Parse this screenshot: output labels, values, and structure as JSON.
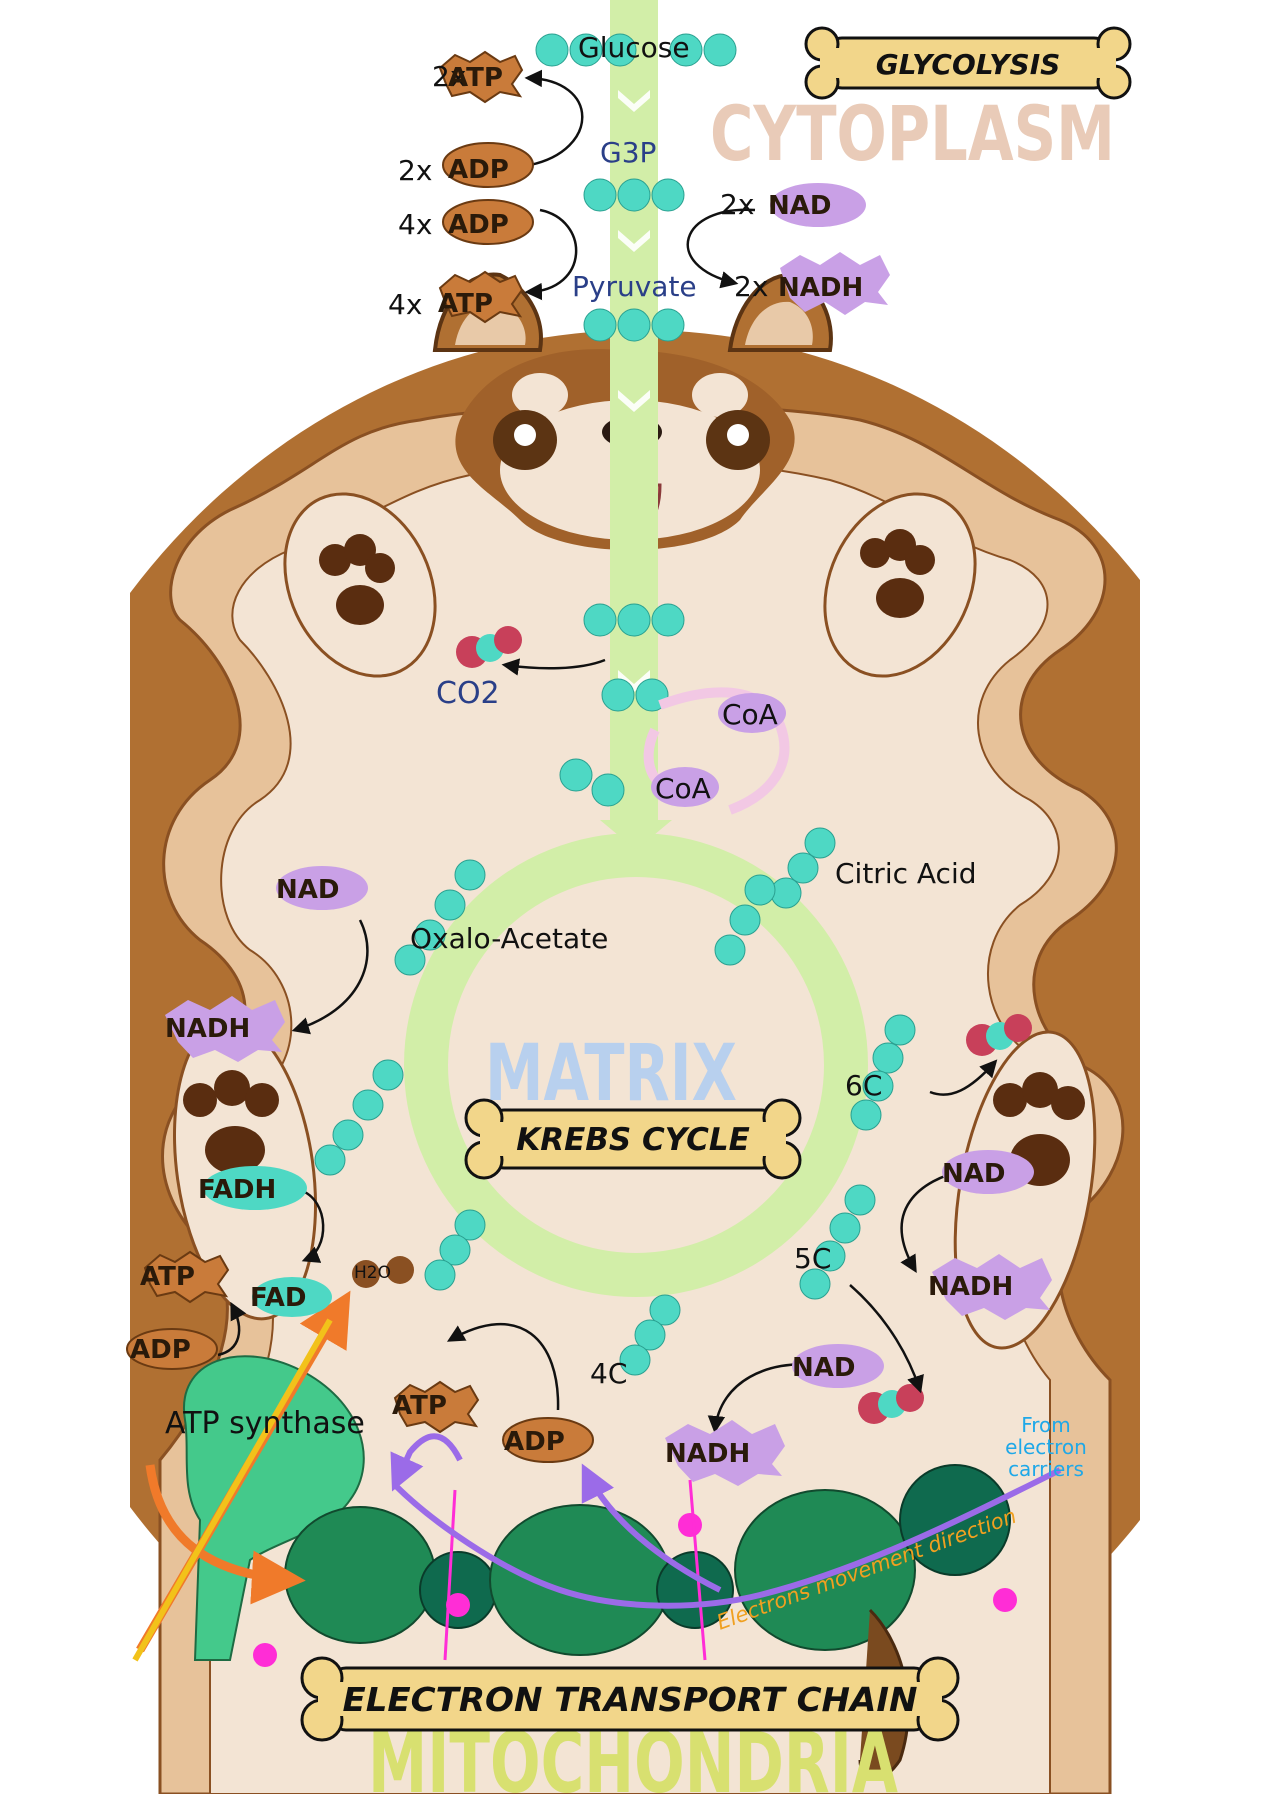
{
  "regions": {
    "cytoplasm": "CYTOPLASM",
    "matrix": "MATRIX",
    "mitochondria": "MITOCHONDRIA"
  },
  "banners": {
    "glycolysis": "GLYCOLYSIS",
    "krebs": "KREBS CYCLE",
    "etc": "ELECTRON TRANSPORT CHAIN"
  },
  "glycolysis": {
    "glucose": "Glucose",
    "g3p": "G3P",
    "pyruvate": "Pyruvate",
    "atp_in_prefix": "2x",
    "atp_in": "ATP",
    "adp_out_prefix": "2x",
    "adp_out": "ADP",
    "adp_in_prefix": "4x",
    "adp_in": "ADP",
    "atp_out_prefix": "4x",
    "atp_out": "ATP",
    "nad_prefix": "2x",
    "nad": "NAD",
    "nadh_prefix": "2x",
    "nadh": "NADH"
  },
  "link": {
    "co2": "CO2",
    "coa_top": "CoA",
    "coa_bottom": "CoA"
  },
  "krebs": {
    "citric_acid": "Citric Acid",
    "oxalo_acetate": "Oxalo-Acetate",
    "six_c": "6C",
    "five_c": "5C",
    "four_c": "4C",
    "nad_left": "NAD",
    "nadh_left": "NADH",
    "fadh": "FADH",
    "fad": "FAD",
    "h2o": "H2O",
    "nad_right_top": "NAD",
    "nadh_right_top": "NADH",
    "nad_right_bottom": "NAD",
    "nadh_bottom": "NADH",
    "atp_bottom": "ATP",
    "adp_bottom": "ADP"
  },
  "etc": {
    "atp_synthase": "ATP synthase",
    "atp_left": "ATP",
    "adp_left": "ADP",
    "from_carriers_line1": "From",
    "from_carriers_line2": "electron",
    "from_carriers_line3": "carriers",
    "electrons_movement": "Electrons movement direction"
  },
  "colors": {
    "membrane_dark": "#b07032",
    "membrane_light": "#f0e2d2",
    "pathway": "#d2eea8",
    "bead": "#4ed8c4",
    "atp": "#c97b3a",
    "nad": "#c9a0e6",
    "bone": "#f2d68a",
    "etc_green": "#1f7a50"
  }
}
